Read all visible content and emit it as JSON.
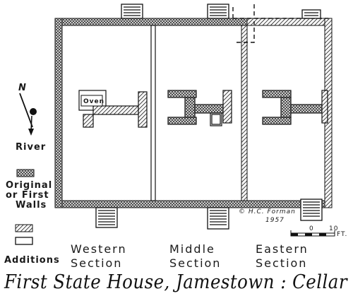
{
  "compass": {
    "north": "N",
    "river": "River"
  },
  "legend": {
    "original": "Original or First Walls",
    "original_line1": "Original",
    "original_line2": "or First",
    "original_line3": "Walls",
    "additions": "Additions"
  },
  "oven_label": "Oven",
  "sections": [
    {
      "line1": "Western",
      "line2": "Section"
    },
    {
      "line1": "Middle",
      "line2": "Section"
    },
    {
      "line1": "Eastern",
      "line2": "Section"
    }
  ],
  "credit": {
    "line1": "© H.C. Forman",
    "line2": "1957"
  },
  "scale": {
    "start": "0",
    "end": "10",
    "unit": "FT."
  },
  "title": "First State House, Jamestown : Cellar"
}
